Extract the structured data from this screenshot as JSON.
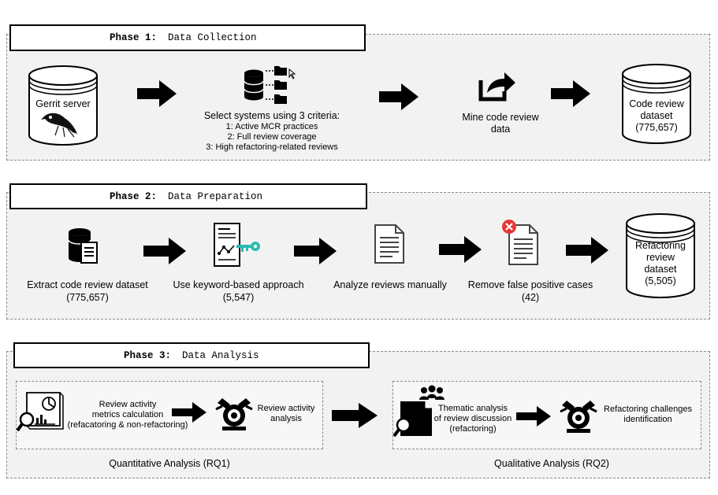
{
  "phase1": {
    "number": "Phase 1:",
    "title": "Data Collection",
    "gerrit_label": "Gerrit server",
    "select_title": "Select systems using 3 criteria:",
    "criteria": [
      "1: Active MCR practices",
      "2: Full review coverage",
      "3: High refactoring-related reviews"
    ],
    "mine_label_1": "Mine code review",
    "mine_label_2": "data",
    "dataset_line1": "Code review",
    "dataset_line2": "dataset",
    "dataset_line3": "(775,657)"
  },
  "phase2": {
    "number": "Phase 2:",
    "title": "Data Preparation",
    "extract_label": "Extract code review dataset",
    "extract_count": "(775,657)",
    "keyword_label": "Use keyword-based approach",
    "keyword_count": "(5,547)",
    "analyze_label": "Analyze reviews manually",
    "remove_label": "Remove false positive cases",
    "remove_count": "(42)",
    "ref_line1": "Refactoring",
    "ref_line2": "review",
    "ref_line3": "dataset",
    "ref_line4": "(5,505)"
  },
  "phase3": {
    "number": "Phase 3:",
    "title": "Data Analysis",
    "quant": {
      "line1": "Review activity",
      "line2": "metrics calculation",
      "line3": "(refacatoring & non-refactoring)",
      "activity_line1": "Review activity",
      "activity_line2": "analysis",
      "caption": "Quantitative Analysis (RQ1)"
    },
    "qual": {
      "line1": "Thematic analysis",
      "line2": "of review discussion",
      "line3": "(refactoring)",
      "challenges_line1": "Refactoring challenges",
      "challenges_line2": "identification",
      "caption": "Qualitative Analysis (RQ2)"
    }
  },
  "colors": {
    "panel_bg": "#f2f2f2",
    "accent_teal": "#2bbcb0",
    "error_red": "#e53935",
    "ink": "#000000"
  },
  "icons": [
    "database-icon",
    "bird-logo-icon",
    "share-icon",
    "folder-icon",
    "cursor-icon",
    "document-icon",
    "key-icon",
    "error-icon",
    "report-icon",
    "gear-hands-icon",
    "people-icon",
    "magnifier-icon"
  ]
}
